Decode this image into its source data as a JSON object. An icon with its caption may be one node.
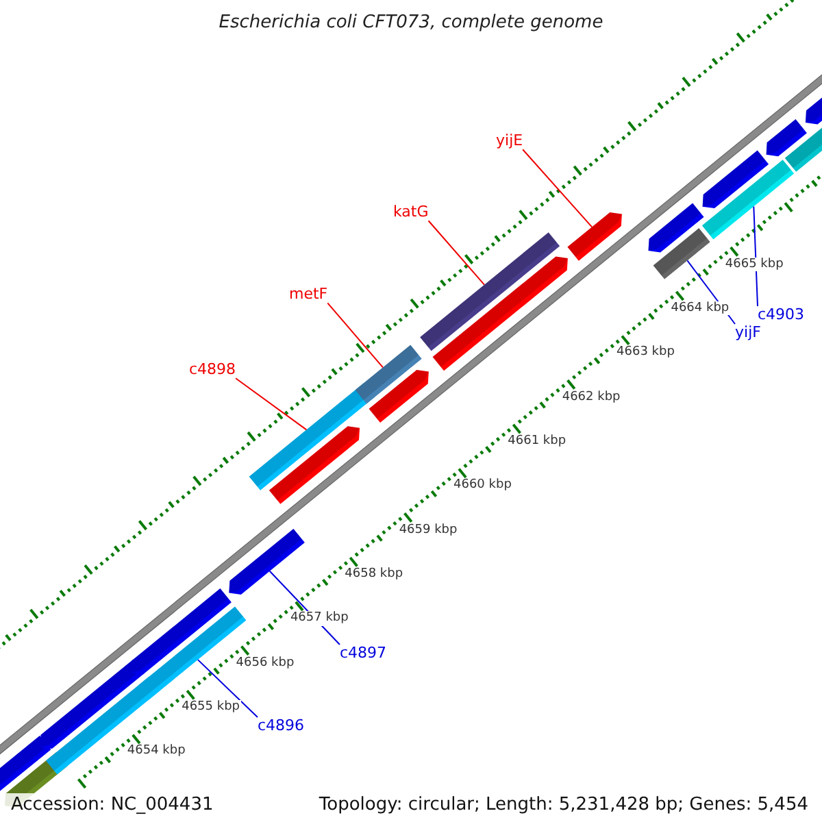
{
  "diagram": {
    "title": "Escherichia coli CFT073, complete genome",
    "nodes": [
      {
        "text": [
          "yijE"
        ]
      },
      {
        "text": [
          "katG"
        ]
      },
      {
        "text": [
          "metF"
        ]
      },
      {
        "text": [
          "c4898"
        ]
      },
      {
        "text": [
          "c4903"
        ]
      },
      {
        "text": [
          "yijF"
        ]
      },
      {
        "text": [
          "c4897"
        ]
      },
      {
        "text": [
          "c4896"
        ]
      },
      {
        "text": [],
        "shape": "bar"
      },
      {
        "text": [],
        "shape": "bar"
      },
      {
        "text": [],
        "shape": "bar"
      },
      {
        "text": [],
        "shape": "bar"
      },
      {
        "text": [],
        "shape": "bar"
      },
      {
        "text": [],
        "shape": "bar"
      },
      {
        "text": [],
        "shape": "bar"
      },
      {
        "text": [],
        "shape": "bar"
      },
      {
        "text": [],
        "shape": "bar"
      },
      {
        "text": [],
        "shape": "bar"
      },
      {
        "text": [],
        "shape": "bar"
      },
      {
        "text": [],
        "shape": "bar"
      },
      {
        "text": [],
        "shape": "bar"
      },
      {
        "text": [],
        "shape": "bar"
      },
      {
        "text": [],
        "shape": "bar"
      },
      {
        "text": [],
        "shape": "bar"
      },
      {
        "text": [],
        "shape": "bar"
      },
      {
        "text": [],
        "shape": "bar"
      },
      {
        "text": [],
        "shape": "bar"
      },
      {
        "text": [],
        "shape": "bar"
      },
      {
        "text": [],
        "shape": "bar"
      }
    ],
    "edges": [
      {
        "from": 0,
        "to": 21,
        "arrow": "none"
      },
      {
        "from": 1,
        "to": 19,
        "arrow": "none"
      },
      {
        "from": 2,
        "to": 17,
        "arrow": "none"
      },
      {
        "from": 3,
        "to": 16,
        "arrow": "none"
      },
      {
        "from": 4,
        "to": 25,
        "arrow": "none",
        "color": "#0000dd"
      },
      {
        "from": 5,
        "to": 22,
        "arrow": "none",
        "color": "#0000dd"
      },
      {
        "from": 6,
        "to": 14,
        "arrow": "none",
        "color": "#0000dd"
      },
      {
        "from": 7,
        "to": 13,
        "arrow": "none",
        "color": "#0000dd"
      }
    ],
    "labels": [
      "4665 kbp",
      "4664 kbp",
      "4663 kbp",
      "4662 kbp",
      "4661 kbp",
      "4660 kbp",
      "4659 kbp",
      "4658 kbp",
      "4657 kbp",
      "4656 kbp",
      "4655 kbp",
      "4654 kbp",
      "Accession: NC_004431",
      "Topology: circular; Length: 5,231,428 bp; Genes: 5,454"
    ]
  }
}
